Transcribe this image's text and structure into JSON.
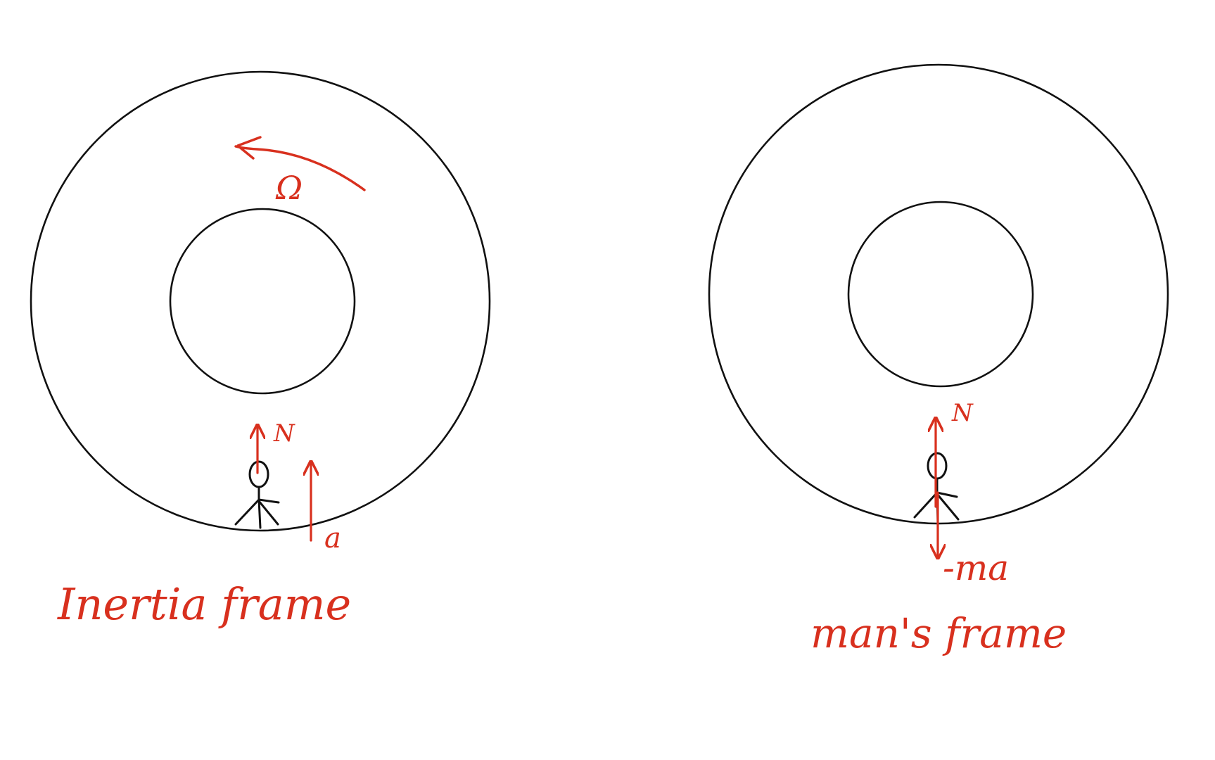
{
  "colors": {
    "background": "#ffffff",
    "outline": "#111111",
    "annotation": "#d8301e"
  },
  "left_panel": {
    "rotation_symbol": "Ω",
    "normal_force_label": "N",
    "acceleration_label": "a",
    "caption": "Inertia frame"
  },
  "right_panel": {
    "normal_force_label": "N",
    "pseudo_force_label": "-ma",
    "caption": "man's frame"
  }
}
